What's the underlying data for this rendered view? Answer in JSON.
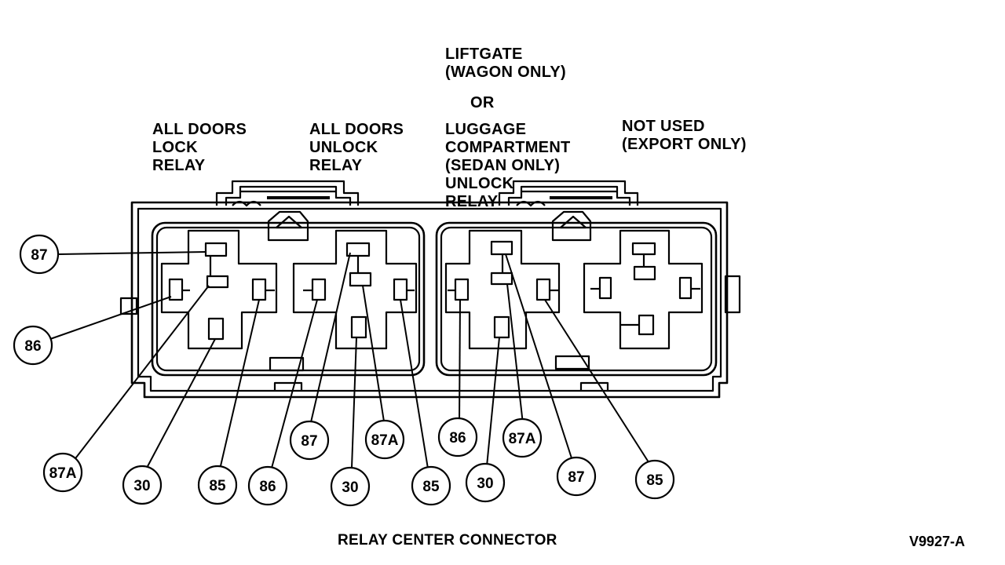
{
  "relay_labels": {
    "lock": [
      "ALL DOORS",
      "LOCK",
      "RELAY"
    ],
    "unlock": [
      "ALL DOORS",
      "UNLOCK",
      "RELAY"
    ],
    "liftgate_top": [
      "LIFTGATE",
      "(WAGON ONLY)"
    ],
    "or": "OR",
    "liftgate_bottom": [
      "LUGGAGE",
      "COMPARTMENT",
      "(SEDAN ONLY)",
      "UNLOCK",
      "RELAY"
    ],
    "not_used": [
      "NOT USED",
      "(EXPORT ONLY)"
    ]
  },
  "terminals": {
    "relay1": [
      "87",
      "86",
      "87A",
      "30",
      "85"
    ],
    "relay2": [
      "87",
      "87A",
      "86",
      "30",
      "85"
    ],
    "relay3": [
      "86",
      "87A",
      "30",
      "87",
      "85"
    ]
  },
  "caption": "RELAY CENTER CONNECTOR",
  "figure_code": "V9927-A"
}
